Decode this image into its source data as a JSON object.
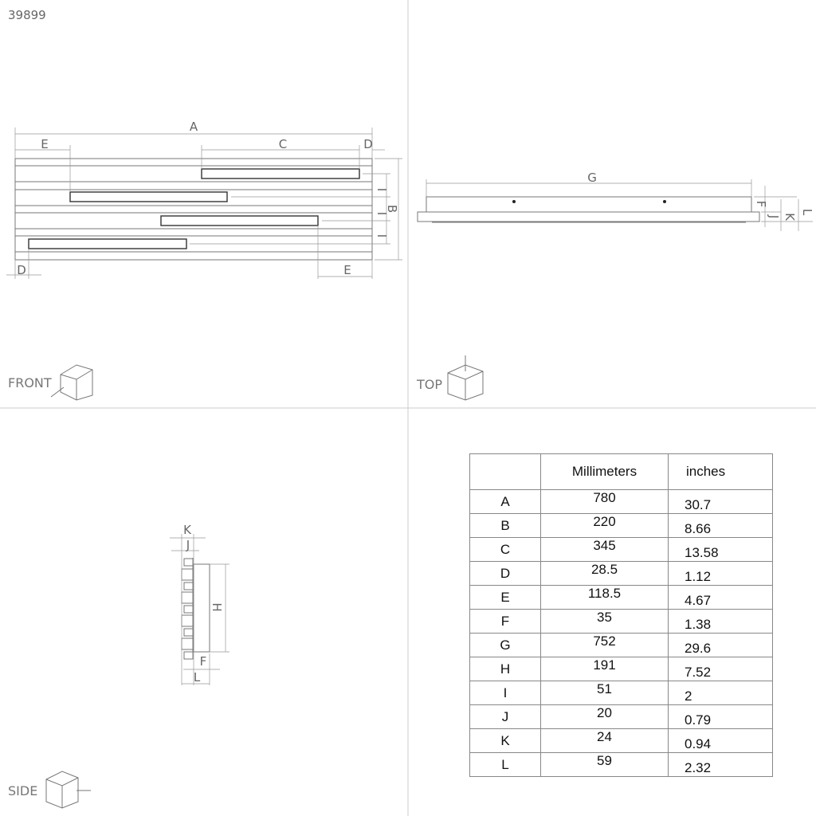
{
  "drawing_number": "39899",
  "views": {
    "front": "FRONT",
    "top": "TOP",
    "side": "SIDE"
  },
  "dimension_labels": {
    "A": "A",
    "B": "B",
    "C": "C",
    "D": "D",
    "E": "E",
    "F": "F",
    "G": "G",
    "H": "H",
    "I": "I",
    "J": "J",
    "K": "K",
    "L": "L"
  },
  "table": {
    "headers": [
      "",
      "Millimeters",
      "inches"
    ],
    "rows": [
      {
        "key": "A",
        "mm": "780",
        "in": "30.7"
      },
      {
        "key": "B",
        "mm": "220",
        "in": "8.66"
      },
      {
        "key": "C",
        "mm": "345",
        "in": "13.58"
      },
      {
        "key": "D",
        "mm": "28.5",
        "in": "1.12"
      },
      {
        "key": "E",
        "mm": "118.5",
        "in": "4.67"
      },
      {
        "key": "F",
        "mm": "35",
        "in": "1.38"
      },
      {
        "key": "G",
        "mm": "752",
        "in": "29.6"
      },
      {
        "key": "H",
        "mm": "191",
        "in": "7.52"
      },
      {
        "key": "I",
        "mm": "51",
        "in": "2"
      },
      {
        "key": "J",
        "mm": "20",
        "in": "0.79"
      },
      {
        "key": "K",
        "mm": "24",
        "in": "0.94"
      },
      {
        "key": "L",
        "mm": "59",
        "in": "2.32"
      }
    ]
  }
}
